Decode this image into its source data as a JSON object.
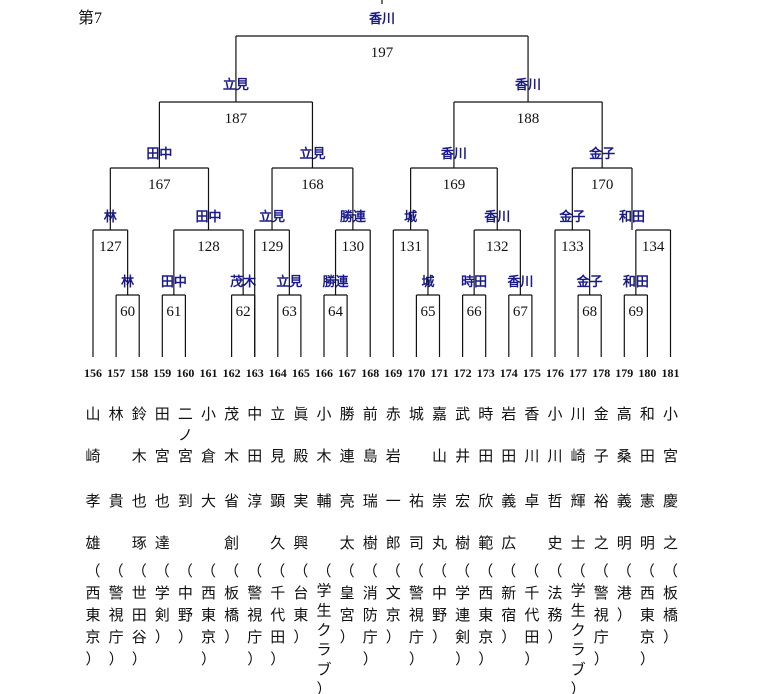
{
  "page": {
    "corner_label": "第7"
  },
  "colors": {
    "line": "#111111",
    "winner": "#1a1a8c",
    "text": "#111111"
  },
  "bracket": {
    "final": {
      "match": "197",
      "winner": "香川"
    },
    "semis": [
      {
        "match": "187",
        "winner": "立見"
      },
      {
        "match": "188",
        "winner": "香川"
      }
    ],
    "quarters": [
      {
        "match": "167",
        "winner": "田中"
      },
      {
        "match": "168",
        "winner": "立見"
      },
      {
        "match": "169",
        "winner": "香川"
      },
      {
        "match": "170",
        "winner": "金子"
      }
    ],
    "round3": [
      {
        "match": "127",
        "winner": "林"
      },
      {
        "match": "128",
        "winner": "田中"
      },
      {
        "match": "129",
        "winner": "立見"
      },
      {
        "match": "130",
        "winner": "勝連"
      },
      {
        "match": "131",
        "winner": "城"
      },
      {
        "match": "132",
        "winner": "香川"
      },
      {
        "match": "133",
        "winner": "金子"
      },
      {
        "match": "134",
        "winner": "和田"
      }
    ],
    "round2": [
      {
        "match": "60",
        "winner": "林"
      },
      {
        "match": "61",
        "winner": "田中"
      },
      {
        "match": "62",
        "winner": "茂木"
      },
      {
        "match": "63",
        "winner": "立見"
      },
      {
        "match": "64",
        "winner": "勝連"
      },
      {
        "match": "65",
        "winner": "城"
      },
      {
        "match": "66",
        "winner": "時田"
      },
      {
        "match": "67",
        "winner": "香川"
      },
      {
        "match": "68",
        "winner": "金子"
      },
      {
        "match": "69",
        "winner": "和田"
      }
    ]
  },
  "players": [
    {
      "seed": "156",
      "family": "山崎",
      "given": "孝雄",
      "affiliation": "西東京"
    },
    {
      "seed": "157",
      "family": "林",
      "given": "貴",
      "affiliation": "警視庁"
    },
    {
      "seed": "158",
      "family": "鈴木",
      "given": "也琢",
      "affiliation": "世田谷"
    },
    {
      "seed": "159",
      "family": "田宮",
      "given": "也達",
      "affiliation": "学剣"
    },
    {
      "seed": "160",
      "family": "二ノ宮",
      "given": "到",
      "affiliation": "中野"
    },
    {
      "seed": "161",
      "family": "小倉",
      "given": "大",
      "affiliation": "西東京"
    },
    {
      "seed": "162",
      "family": "茂木",
      "given": "省創",
      "affiliation": "板橋"
    },
    {
      "seed": "163",
      "family": "中田",
      "given": "淳",
      "affiliation": "警視庁"
    },
    {
      "seed": "164",
      "family": "立見",
      "given": "顕久",
      "affiliation": "千代田"
    },
    {
      "seed": "165",
      "family": "眞殿",
      "given": "実興",
      "affiliation": "台東"
    },
    {
      "seed": "166",
      "family": "小木",
      "given": "輔",
      "affiliation": "学生クラブ"
    },
    {
      "seed": "167",
      "family": "勝連",
      "given": "亮太",
      "affiliation": "皇宮"
    },
    {
      "seed": "168",
      "family": "前島",
      "given": "瑞樹",
      "affiliation": "消防庁"
    },
    {
      "seed": "169",
      "family": "赤岩",
      "given": "一郎",
      "affiliation": "文京"
    },
    {
      "seed": "170",
      "family": "城",
      "given": "祐司",
      "affiliation": "警視庁"
    },
    {
      "seed": "171",
      "family": "嘉山",
      "given": "崇丸",
      "affiliation": "中野"
    },
    {
      "seed": "172",
      "family": "武井",
      "given": "宏樹",
      "affiliation": "学連剣"
    },
    {
      "seed": "173",
      "family": "時田",
      "given": "欣範",
      "affiliation": "西東京"
    },
    {
      "seed": "174",
      "family": "岩田",
      "given": "義広",
      "affiliation": "新宿"
    },
    {
      "seed": "175",
      "family": "香川",
      "given": "卓",
      "affiliation": "千代田"
    },
    {
      "seed": "176",
      "family": "小川",
      "given": "哲史",
      "affiliation": "法務"
    },
    {
      "seed": "177",
      "family": "川崎",
      "given": "輝士",
      "affiliation": "学生クラブ"
    },
    {
      "seed": "178",
      "family": "金子",
      "given": "裕之",
      "affiliation": "警視庁"
    },
    {
      "seed": "179",
      "family": "高桑",
      "given": "義明",
      "affiliation": "港"
    },
    {
      "seed": "180",
      "family": "和田",
      "given": "憲明",
      "affiliation": "西東京"
    },
    {
      "seed": "181",
      "family": "小宮",
      "given": "慶之",
      "affiliation": "板橋"
    }
  ]
}
